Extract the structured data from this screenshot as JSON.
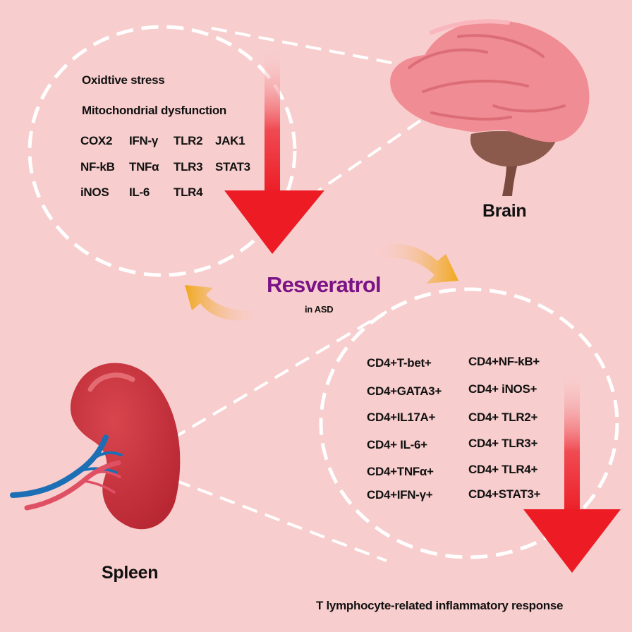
{
  "organs": {
    "brain_label": "Brain",
    "spleen_label": "Spleen"
  },
  "center": {
    "title": "Resveratrol",
    "subtitle": "in ASD"
  },
  "brain_panel": {
    "line1": "Oxidtive stress",
    "line2": "Mitochondrial dysfunction",
    "col1": [
      "COX2",
      "NF-kB",
      "iNOS"
    ],
    "col2": [
      "IFN-γ",
      "TNFα",
      "IL-6"
    ],
    "col3": [
      "TLR2",
      "TLR3",
      "TLR4"
    ],
    "col4": [
      "JAK1",
      "STAT3"
    ]
  },
  "spleen_panel": {
    "col1": [
      "CD4+T-bet+",
      "CD4+GATA3+",
      "CD4+IL17A+",
      "CD4+ IL-6+",
      "CD4+TNFα+",
      "CD4+IFN-γ+"
    ],
    "col2": [
      "CD4+NF-kB+",
      "CD4+ iNOS+",
      "CD4+ TLR2+",
      "CD4+ TLR3+",
      "CD4+ TLR4+",
      "CD4+STAT3+"
    ]
  },
  "footer": {
    "caption": "T lymphocyte-related inflammatory response"
  },
  "colors": {
    "background": "#f8cdcd",
    "arrow_red": "#ee1c25",
    "cycle_arrow": "#f2b21b",
    "title_purple": "#7a1486",
    "dash": "#ffffff",
    "brain_pink": "#f08c93",
    "spleen_red": "#c8343d"
  }
}
